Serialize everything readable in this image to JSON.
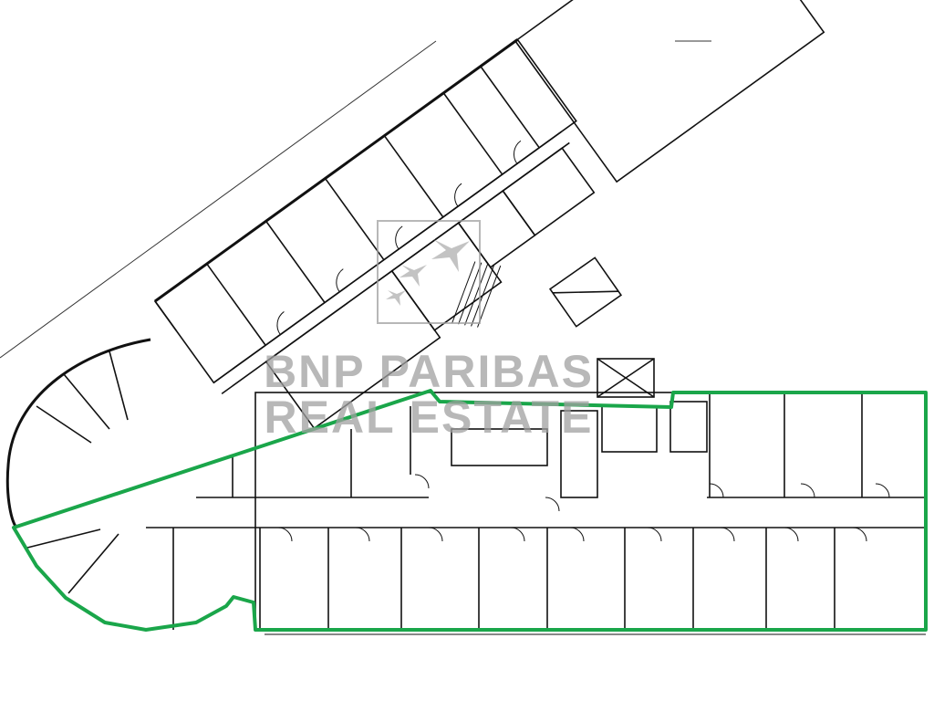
{
  "watermark": {
    "line1": "BNP PARIBAS",
    "line2": "REAL ESTATE",
    "logo": "bnp-paribas-stars-logo"
  },
  "colors": {
    "walls": "#111111",
    "highlight_outline": "#1aa64a",
    "watermark": "#a0a0a0",
    "background": "#ffffff"
  }
}
